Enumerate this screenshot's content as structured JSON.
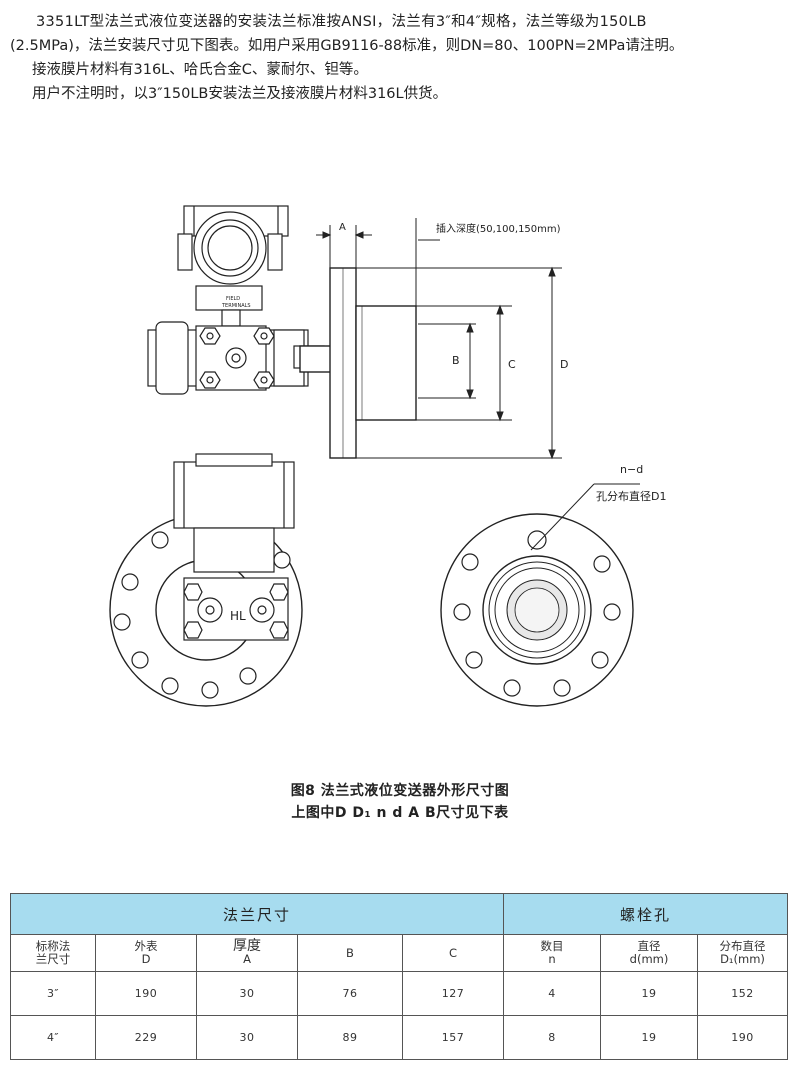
{
  "intro": {
    "line1": "3351LT型法兰式液位变送器的安装法兰标准按ANSI，法兰有3″和4″规格，法兰等级为150LB",
    "line2": "(2.5MPa)，法兰安装尺寸见下图表。如用户采用GB9116-88标准，则DN=80、100PN=2MPa请注明。",
    "line3": "接液膜片材料有316L、哈氏合金C、蒙耐尔、钽等。",
    "line4": "用户不注明时，以3″150LB安装法兰及接液膜片材料316L供货。"
  },
  "drawing": {
    "dim_a": "A",
    "insert_depth": "插入深度(50,100,150mm)",
    "dim_b": "B",
    "dim_c": "C",
    "dim_d": "D",
    "field_terminals_1": "FIELD",
    "field_terminals_2": "TERMINALS",
    "hl": "HL",
    "nd": "n−d",
    "hole_circle": "孔分布直径D1"
  },
  "caption": {
    "line1": "图8 法兰式液位变送器外形尺寸图",
    "line2": "上图中D D₁ n d A B尺寸见下表"
  },
  "table": {
    "group_flange": "法兰尺寸",
    "group_bolt": "螺栓孔",
    "h_nominal_1": "标称法",
    "h_nominal_2": "兰尺寸",
    "h_outer_1": "外表",
    "h_outer_2": "D",
    "h_thick_1": "厚度",
    "h_thick_2": "A",
    "h_b": "B",
    "h_c": "C",
    "h_count_1": "数目",
    "h_count_2": "n",
    "h_dia_1": "直径",
    "h_dia_2": "d(mm)",
    "h_circle_1": "分布直径",
    "h_circle_2": "D₁(mm)",
    "rows": [
      [
        "3″",
        "190",
        "30",
        "76",
        "127",
        "4",
        "19",
        "152"
      ],
      [
        "4″",
        "229",
        "30",
        "89",
        "157",
        "8",
        "19",
        "190"
      ]
    ]
  }
}
